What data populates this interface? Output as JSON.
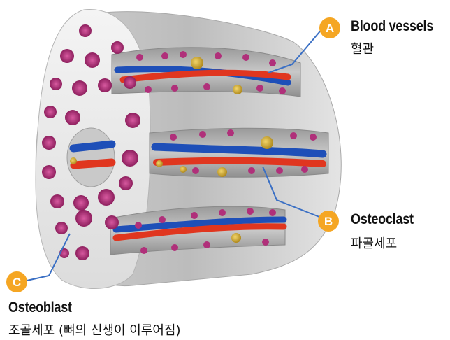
{
  "labels": {
    "a": {
      "badge": "A",
      "title": "Blood vessels",
      "subtitle": "혈관"
    },
    "b": {
      "badge": "B",
      "title": "Osteoclast",
      "subtitle": "파골세포"
    },
    "c": {
      "badge": "C",
      "title": "Osteoblast",
      "subtitle": "조골세포 (뼈의 신생이 이루어짐)"
    }
  },
  "colors": {
    "badge": "#f5a623",
    "leader_line": "#3a6fc4",
    "bone": "#d9d9d9",
    "vessel_artery": "#e0361f",
    "vessel_vein": "#1e4fb8",
    "osteoblast_cell": "#b0307a",
    "osteoclast_cell": "#d8b23a"
  }
}
